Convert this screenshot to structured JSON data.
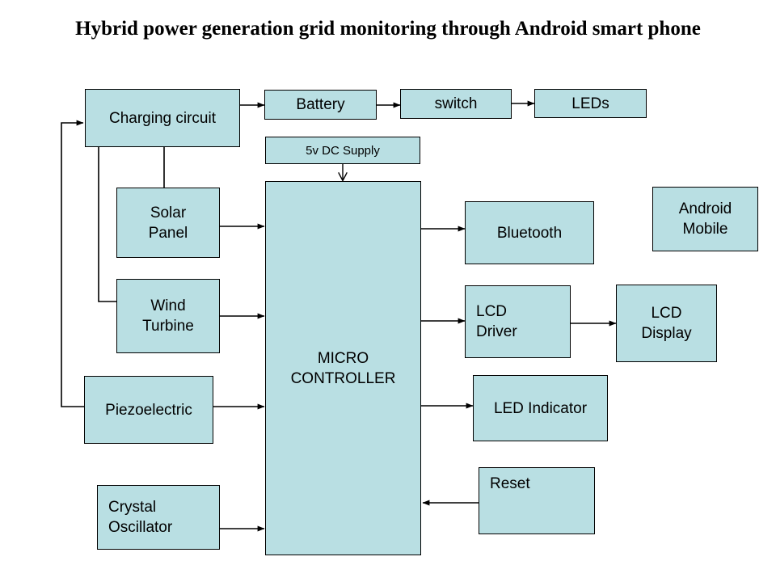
{
  "diagram": {
    "title": "Hybrid power generation grid monitoring through Android smart phone",
    "colors": {
      "node_fill": "#b9dfe3",
      "node_border": "#000000",
      "background": "#ffffff",
      "text": "#000000",
      "wire": "#000000"
    },
    "nodes": {
      "charging_circuit": "Charging circuit",
      "battery": "Battery",
      "switch": "switch",
      "leds": "LEDs",
      "dc_supply": "5v DC  Supply",
      "solar_panel": "Solar\nPanel",
      "wind_turbine": "Wind\nTurbine",
      "piezoelectric": "Piezoelectric",
      "crystal_oscillator": "Crystal\nOscillator",
      "micro_controller": "MICRO\nCONTROLLER",
      "bluetooth": "Bluetooth",
      "android_mobile": "Android\nMobile",
      "lcd_driver": "LCD\nDriver",
      "lcd_display": "LCD\nDisplay",
      "led_indicator": "LED Indicator",
      "reset": "Reset"
    },
    "connections": [
      {
        "from": "charging_circuit",
        "to": "battery"
      },
      {
        "from": "battery",
        "to": "switch"
      },
      {
        "from": "switch",
        "to": "leds"
      },
      {
        "from": "dc_supply",
        "to": "micro_controller"
      },
      {
        "from": "charging_circuit",
        "to": "solar_panel"
      },
      {
        "from": "charging_circuit",
        "to": "wind_turbine"
      },
      {
        "from": "piezoelectric",
        "to": "charging_circuit"
      },
      {
        "from": "solar_panel",
        "to": "micro_controller"
      },
      {
        "from": "wind_turbine",
        "to": "micro_controller"
      },
      {
        "from": "piezoelectric",
        "to": "micro_controller"
      },
      {
        "from": "crystal_oscillator",
        "to": "micro_controller"
      },
      {
        "from": "micro_controller",
        "to": "bluetooth"
      },
      {
        "from": "micro_controller",
        "to": "lcd_driver"
      },
      {
        "from": "lcd_driver",
        "to": "lcd_display"
      },
      {
        "from": "micro_controller",
        "to": "led_indicator"
      },
      {
        "from": "reset",
        "to": "micro_controller"
      }
    ]
  }
}
